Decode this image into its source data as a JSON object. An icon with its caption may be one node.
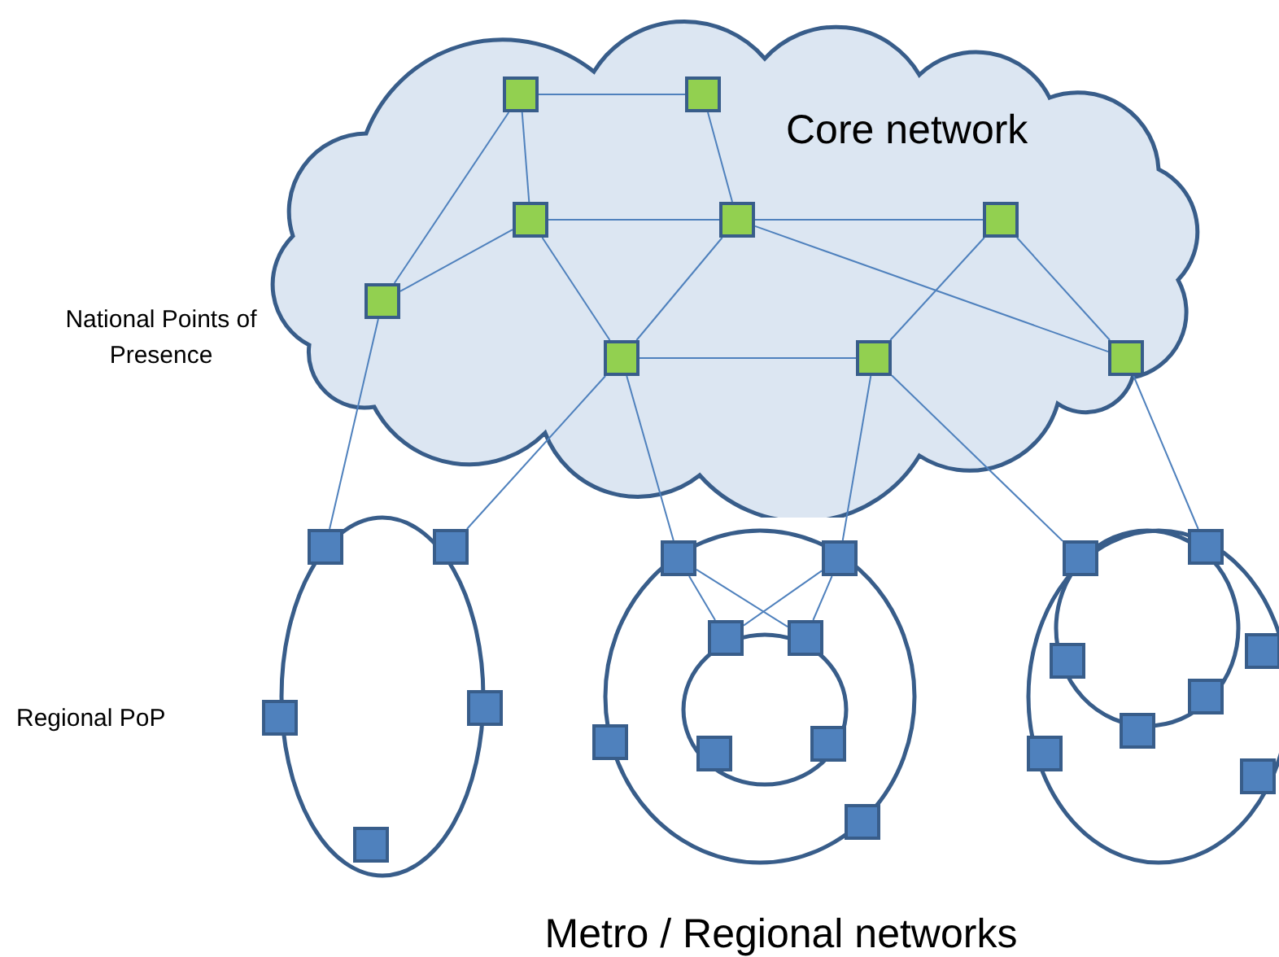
{
  "diagram": {
    "nodes": [
      {
        "text": [
          "Core network"
        ]
      },
      {
        "text": [],
        "shape": "box",
        "in": 0
      },
      {
        "text": [],
        "shape": "box",
        "in": 0
      },
      {
        "text": [],
        "shape": "box",
        "in": 0
      },
      {
        "text": [],
        "shape": "box",
        "in": 0
      },
      {
        "text": [],
        "shape": "box",
        "in": 0
      },
      {
        "text": [],
        "shape": "box",
        "in": 0
      },
      {
        "text": [],
        "shape": "box",
        "in": 0
      },
      {
        "text": [],
        "shape": "box",
        "in": 0
      },
      {
        "text": [],
        "shape": "box",
        "in": 0
      },
      {
        "text": [],
        "shape": "box"
      },
      {
        "text": [],
        "shape": "box"
      },
      {
        "text": [],
        "shape": "box"
      },
      {
        "text": [],
        "shape": "box"
      },
      {
        "text": [],
        "shape": "box"
      },
      {
        "text": [],
        "shape": "box"
      },
      {
        "text": [],
        "shape": "box"
      },
      {
        "text": [],
        "shape": "box"
      },
      {
        "text": [],
        "shape": "box"
      },
      {
        "text": [],
        "shape": "box"
      },
      {
        "text": [],
        "shape": "box"
      },
      {
        "text": [],
        "shape": "box"
      },
      {
        "text": [],
        "shape": "box"
      },
      {
        "text": [],
        "shape": "box"
      },
      {
        "text": [],
        "shape": "box"
      },
      {
        "text": [],
        "shape": "box"
      },
      {
        "text": [],
        "shape": "box"
      },
      {
        "text": [],
        "shape": "box"
      },
      {
        "text": [],
        "shape": "box"
      },
      {
        "text": [],
        "shape": "box"
      },
      {
        "text": [],
        "shape": "box"
      }
    ],
    "edges": [
      {
        "from": 1,
        "to": 2,
        "arrow": "none"
      },
      {
        "from": 1,
        "to": 3,
        "arrow": "none"
      },
      {
        "from": 1,
        "to": 6,
        "arrow": "none"
      },
      {
        "from": 2,
        "to": 4,
        "arrow": "none"
      },
      {
        "from": 3,
        "to": 4,
        "arrow": "none"
      },
      {
        "from": 4,
        "to": 5,
        "arrow": "none"
      },
      {
        "from": 3,
        "to": 6,
        "arrow": "none"
      },
      {
        "from": 3,
        "to": 7,
        "arrow": "none"
      },
      {
        "from": 4,
        "to": 7,
        "arrow": "none"
      },
      {
        "from": 4,
        "to": 9,
        "arrow": "none"
      },
      {
        "from": 5,
        "to": 8,
        "arrow": "none"
      },
      {
        "from": 5,
        "to": 9,
        "arrow": "none"
      },
      {
        "from": 7,
        "to": 8,
        "arrow": "none"
      },
      {
        "from": 6,
        "to": 10,
        "arrow": "none"
      },
      {
        "from": 7,
        "to": 11,
        "arrow": "none"
      },
      {
        "from": 7,
        "to": 15,
        "arrow": "none"
      },
      {
        "from": 8,
        "to": 16,
        "arrow": "none"
      },
      {
        "from": 8,
        "to": 23,
        "arrow": "none"
      },
      {
        "from": 9,
        "to": 24,
        "arrow": "none"
      },
      {
        "from": 15,
        "to": 17,
        "arrow": "none"
      },
      {
        "from": 15,
        "to": 18,
        "arrow": "none"
      },
      {
        "from": 16,
        "to": 17,
        "arrow": "none"
      },
      {
        "from": 16,
        "to": 18,
        "arrow": "none"
      }
    ],
    "labels": [
      "National Points of Presence",
      "Regional PoP",
      "Metro / Regional networks"
    ]
  }
}
